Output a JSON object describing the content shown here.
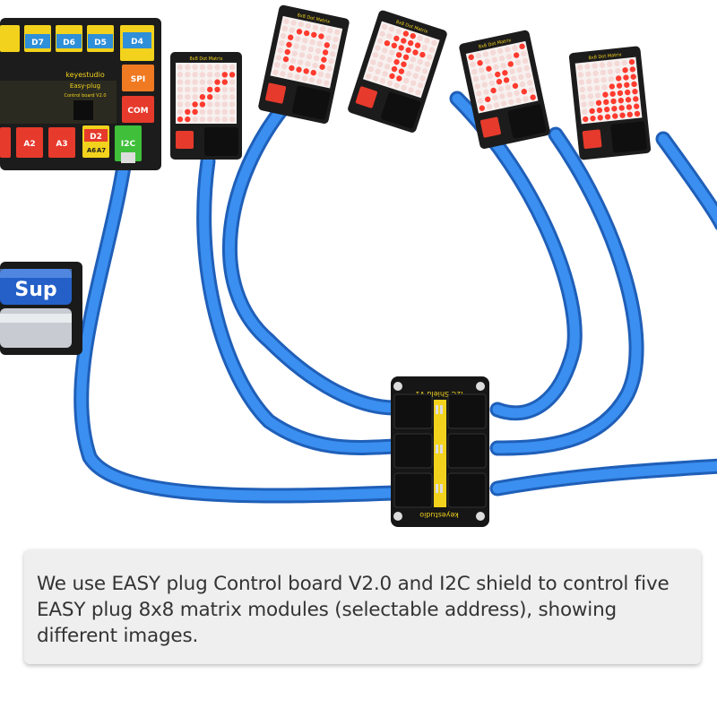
{
  "image": {
    "description_icons": [
      "control-board",
      "i2c-shield",
      "matrix-module",
      "battery-holder",
      "blue-cable"
    ],
    "colors": {
      "cable": "#2f7fe0",
      "board": "#1c1c1c",
      "led_on": "#ff3b2f",
      "led_off": "#f4d9d6",
      "port_yellow": "#f2d21c",
      "port_blue": "#2f8fd8",
      "port_red": "#e63a2c",
      "port_orange": "#f07a22",
      "port_green": "#3fbf3a"
    },
    "control_board": {
      "brand": "keyestudio",
      "name": "Easy-plug",
      "subtitle": "Control board V2.0",
      "ports": [
        "D7",
        "D6",
        "D5",
        "D4",
        "SPI",
        "COM",
        "A2",
        "A3",
        "D2",
        "I2C",
        "A6",
        "A7"
      ]
    },
    "shield": {
      "title": "I2C Shield V1",
      "brand": "keyestudio"
    },
    "modules": {
      "label": "8x8 Dot Matrix",
      "count": 5
    },
    "battery": {
      "label": "Sup"
    }
  },
  "caption": {
    "text": "We use EASY plug Control board V2.0 and I2C shield to control five EASY plug 8x8 matrix modules (selectable address), showing different images."
  }
}
